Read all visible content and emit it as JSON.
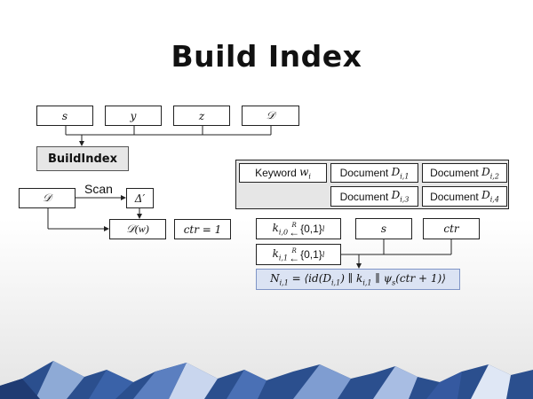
{
  "title": "Build Index",
  "inputs": {
    "s": "s",
    "y": "y",
    "z": "z",
    "D": "𝒟"
  },
  "build_button": "BuildIndex",
  "left_flow": {
    "D": "𝒟",
    "scan_label": "Scan",
    "delta": "Δ′",
    "Dw": "𝒟(w)",
    "ctr": "ctr = 1"
  },
  "table": {
    "keyword_label": "Keyword",
    "keyword_var": "w",
    "keyword_sub": "i",
    "doc_label": "Document",
    "doc_var": "D",
    "docs": [
      "i,1",
      "i,2",
      "i,3",
      "i,4"
    ]
  },
  "keys": {
    "k0_var": "k",
    "k0_sub": "i,0",
    "k1_var": "k",
    "k1_sub": "i,1",
    "rand_symbol": "R",
    "set": "{0,1}",
    "exp": "l",
    "s": "s",
    "ctr": "ctr"
  },
  "n_formula": {
    "lhs_var": "N",
    "lhs_sub": "i,1",
    "rhs": "= ⟨id(D",
    "d_sub": "i,1",
    "mid": ") ∥ k",
    "k_sub": "i,1",
    "psi": " ∥ ψ",
    "psi_sub": "s",
    "tail": "(ctr + 1)⟩"
  }
}
